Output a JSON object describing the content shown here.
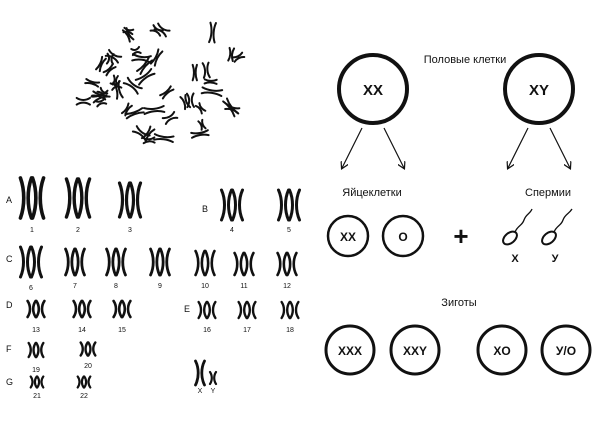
{
  "karyotype": {
    "groups": [
      {
        "letter": "A",
        "numbers": [
          "1",
          "2",
          "3"
        ]
      },
      {
        "letter": "B",
        "numbers": [
          "4",
          "5"
        ]
      },
      {
        "letter": "C",
        "numbers": [
          "6",
          "7",
          "8",
          "9",
          "10",
          "11",
          "12"
        ]
      },
      {
        "letter": "D",
        "numbers": [
          "13",
          "14",
          "15"
        ]
      },
      {
        "letter": "E",
        "numbers": [
          "16",
          "17",
          "18"
        ]
      },
      {
        "letter": "F",
        "numbers": [
          "19",
          "20"
        ]
      },
      {
        "letter": "G",
        "numbers": [
          "21",
          "22"
        ]
      }
    ],
    "sex_chromosomes": [
      "X",
      "Y"
    ]
  },
  "diagram": {
    "germ_cells_label": "Половые клетки",
    "parent_female": "XX",
    "parent_male": "XY",
    "eggs_label": "Яйцеклетки",
    "sperm_label": "Спермии",
    "egg_1": "XX",
    "egg_2": "O",
    "plus_sign": "+",
    "sperm_1": "X",
    "sperm_2": "У",
    "zygotes_label": "Зиготы",
    "zygote_1": "XXX",
    "zygote_2": "XXY",
    "zygote_3": "XO",
    "zygote_4": "У/O"
  }
}
